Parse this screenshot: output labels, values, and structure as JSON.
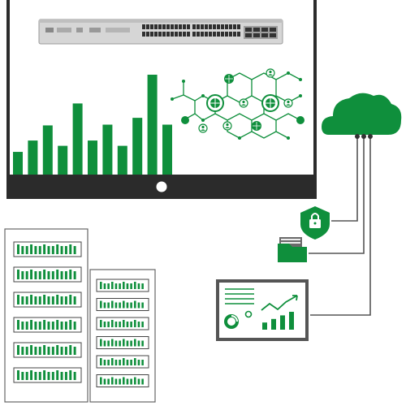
{
  "illustration": {
    "title": "",
    "colors": {
      "primary_green": "#0f8f3c",
      "dark_green": "#0b6e2d",
      "light_green": "#16a34a",
      "monitor_frame": "#2b2b2b",
      "switch_gray": "#d9d9d9",
      "line_gray": "#555555"
    },
    "monitor": {
      "bar_chart": {
        "type": "bar",
        "values": [
          3,
          4.5,
          6.5,
          3.8,
          9.4,
          4.5,
          6.6,
          3.8,
          7.5,
          13.2,
          6.6
        ]
      },
      "network_nodes": [
        "globe-icon",
        "user-icon",
        "globe-icon",
        "user-icon",
        "globe-icon"
      ]
    },
    "cloud": {
      "icon": "cloud-icon"
    },
    "security": {
      "icon": "shield-lock-icon"
    },
    "storage": {
      "icon": "folder-icon"
    },
    "analytics_board": {
      "icon": "analytics-chart-icon",
      "bar_values": [
        2,
        3,
        4,
        5
      ]
    },
    "server_racks": {
      "left_units": 6,
      "right_units": 6
    }
  }
}
